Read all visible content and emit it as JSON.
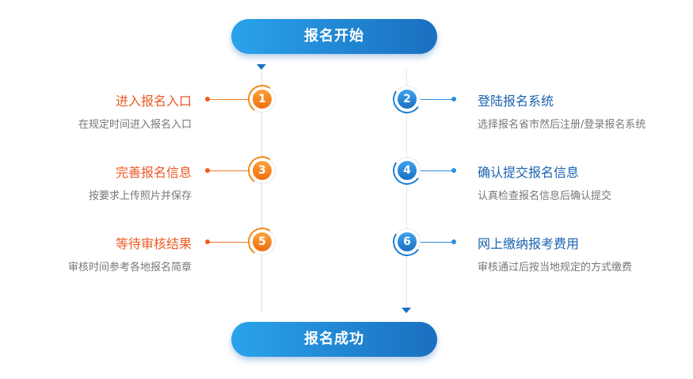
{
  "start_label": "报名开始",
  "end_label": "报名成功",
  "steps": [
    {
      "num": "1",
      "title": "进入报名入口",
      "desc": "在规定时间进入报名入口"
    },
    {
      "num": "2",
      "title": "登陆报名系统",
      "desc": "选择报名省市然后注册/登录报名系统"
    },
    {
      "num": "3",
      "title": "完善报名信息",
      "desc": "按要求上传照片并保存"
    },
    {
      "num": "4",
      "title": "确认提交报名信息",
      "desc": "认真检查报名信息后确认提交"
    },
    {
      "num": "5",
      "title": "等待审核结果",
      "desc": "审核时间参考各地报名简章"
    },
    {
      "num": "6",
      "title": "网上缴纳报考费用",
      "desc": "审核通过后按当地规定的方式缴费"
    }
  ],
  "colors": {
    "orange": "#ee5a24",
    "blue": "#1a6fc0",
    "pill_start": "#2aa3ea",
    "pill_end": "#1a6fc0"
  }
}
